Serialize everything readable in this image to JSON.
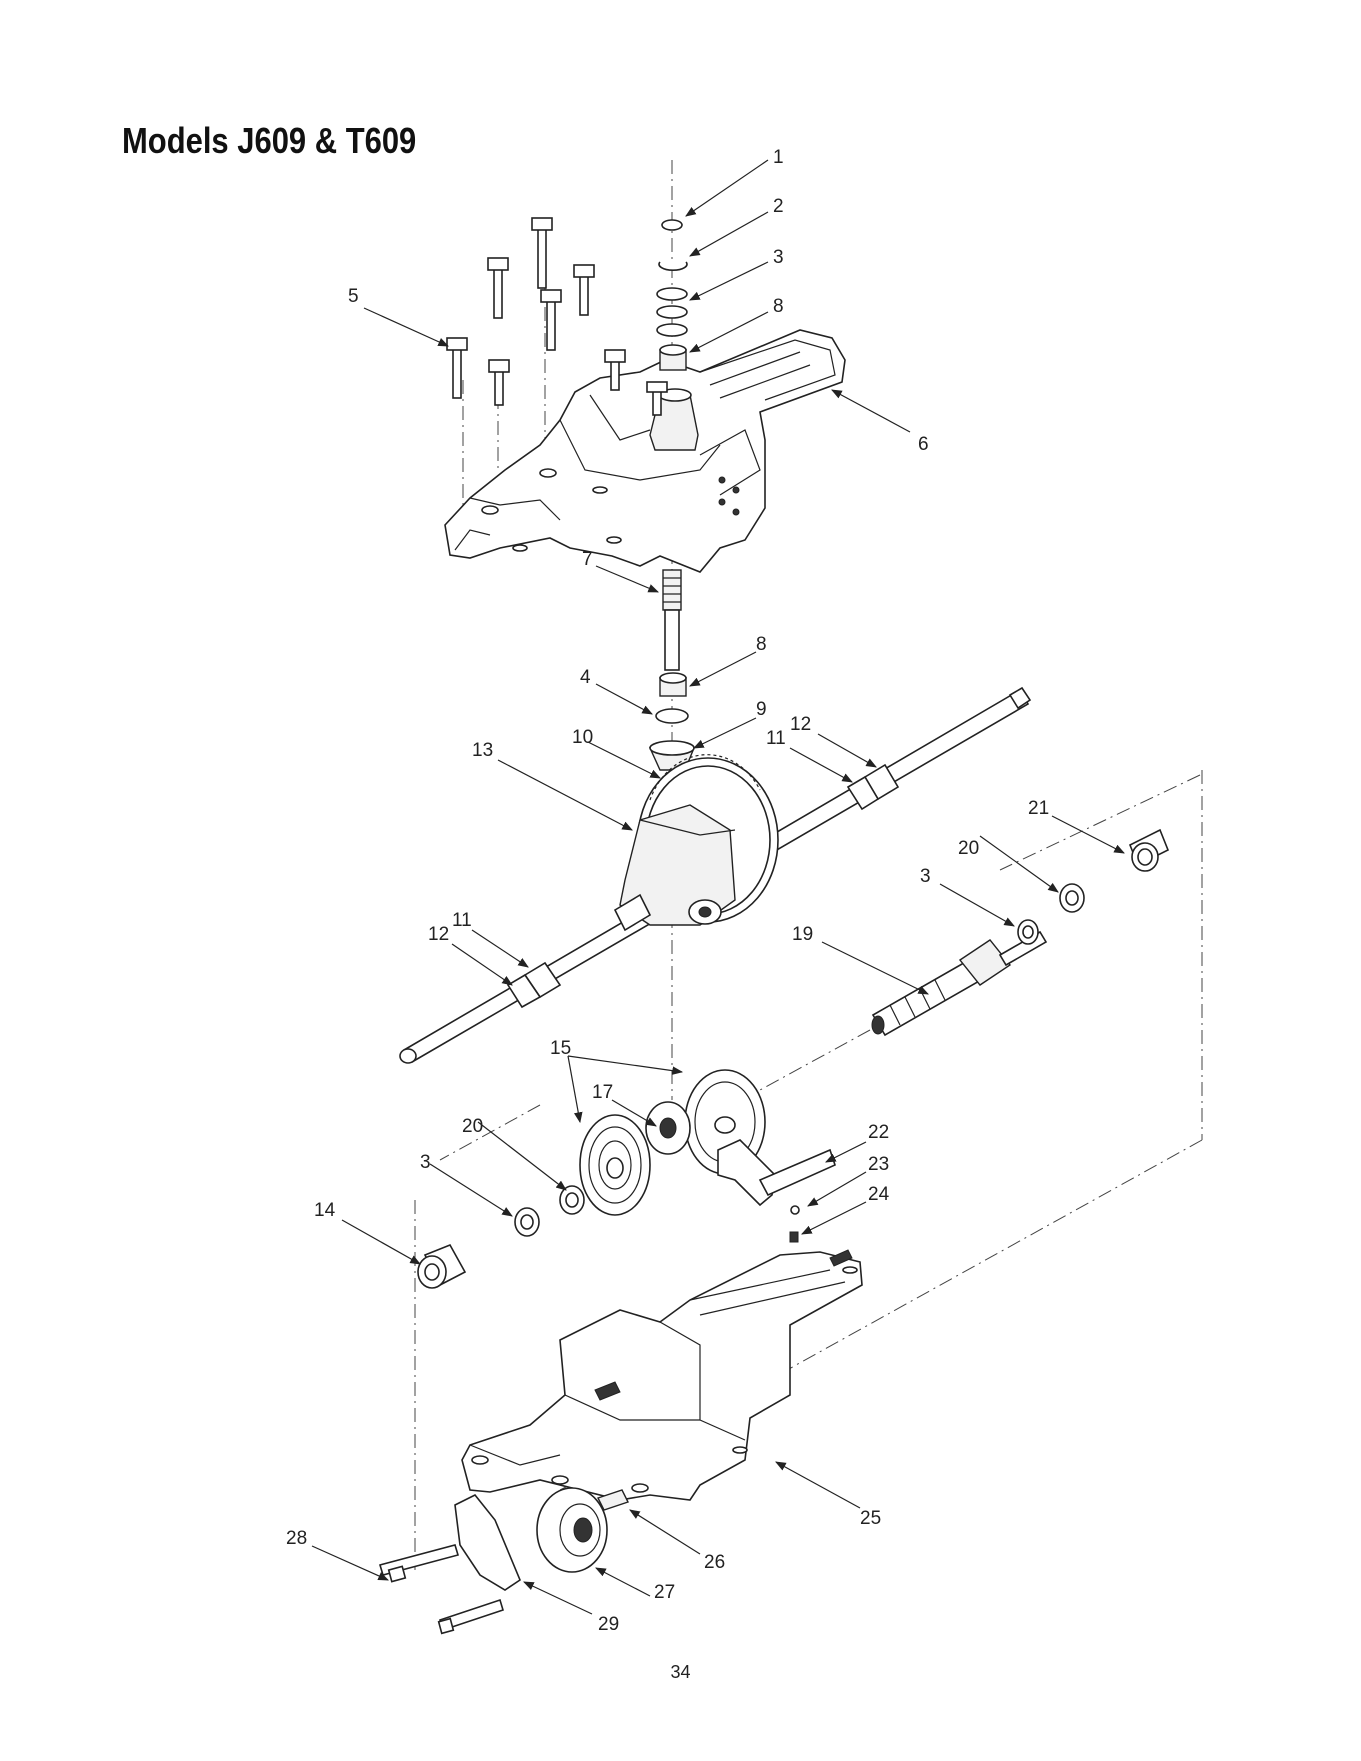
{
  "title": "Models J609 & T609",
  "page_number": "34",
  "callouts": [
    {
      "text": "1"
    },
    {
      "text": "2"
    },
    {
      "text": "3"
    },
    {
      "text": "8"
    },
    {
      "text": "5"
    },
    {
      "text": "6"
    },
    {
      "text": "7"
    },
    {
      "text": "8"
    },
    {
      "text": "4"
    },
    {
      "text": "9"
    },
    {
      "text": "10"
    },
    {
      "text": "12"
    },
    {
      "text": "11"
    },
    {
      "text": "13"
    },
    {
      "text": "21"
    },
    {
      "text": "20"
    },
    {
      "text": "3"
    },
    {
      "text": "11"
    },
    {
      "text": "12"
    },
    {
      "text": "19"
    },
    {
      "text": "15"
    },
    {
      "text": "17"
    },
    {
      "text": "20"
    },
    {
      "text": "22"
    },
    {
      "text": "3"
    },
    {
      "text": "23"
    },
    {
      "text": "14"
    },
    {
      "text": "24"
    },
    {
      "text": "25"
    },
    {
      "text": "28"
    },
    {
      "text": "26"
    },
    {
      "text": "27"
    },
    {
      "text": "29"
    }
  ]
}
